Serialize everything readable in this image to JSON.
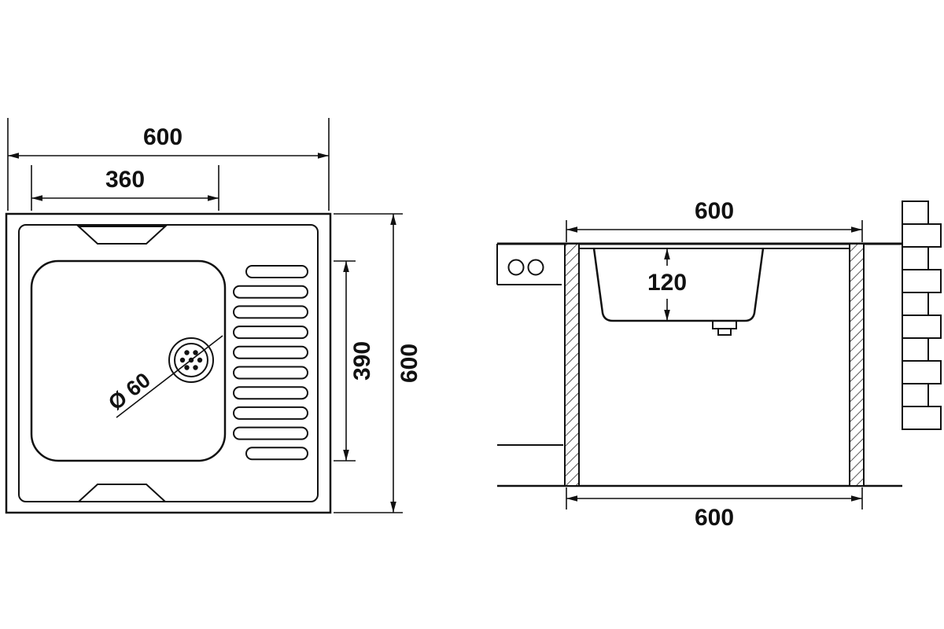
{
  "drawing": {
    "colors": {
      "line": "#111111",
      "background": "#ffffff"
    },
    "top_view": {
      "overall_width_label": "600",
      "bowl_width_label": "360",
      "bowl_depth_label": "390",
      "overall_depth_label": "600",
      "drain_diameter_label": "Ø 60"
    },
    "side_view": {
      "top_width_label": "600",
      "bowl_depth_label": "120",
      "bottom_width_label": "600"
    }
  }
}
